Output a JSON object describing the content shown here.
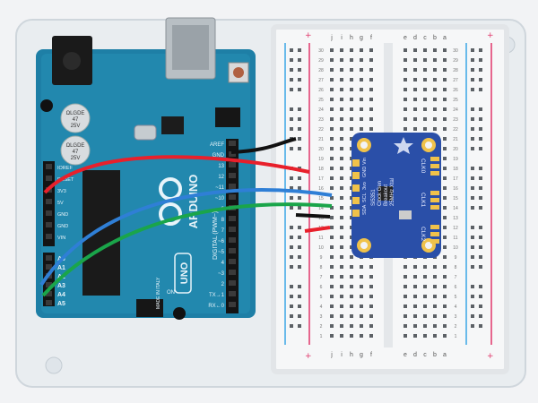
{
  "arduino": {
    "brand": "ARDUINO",
    "model": "UNO",
    "caps": [
      "ΩLGDE",
      "47",
      "25V"
    ],
    "header_labels": [
      "AREF",
      "GND",
      "13",
      "12",
      "~11",
      "~10",
      "~9",
      "8",
      "7",
      "~6",
      "~5",
      "4",
      "~3",
      "2",
      "TX→1",
      "RX←0"
    ],
    "power_labels": [
      "IOREF",
      "RESET",
      "3V3",
      "5V",
      "GND",
      "GND",
      "VIN"
    ],
    "analog_labels": [
      "A0",
      "A1",
      "A2",
      "A3",
      "A4",
      "A5"
    ],
    "digital_title": "DIGITAL (PWM~)",
    "made_in": "MADE IN ITALY",
    "on_label": "ON",
    "power_title": "POWER",
    "analog_title": "ANALOG IN"
  },
  "breadboard": {
    "col_letters_top": [
      "j",
      "i",
      "h",
      "g",
      "f",
      "e",
      "d",
      "c",
      "b",
      "a"
    ],
    "col_letters_bottom": [
      "j",
      "i",
      "h",
      "g",
      "f",
      "e",
      "d",
      "c",
      "b",
      "a"
    ],
    "row_numbers": [
      "30",
      "29",
      "28",
      "27",
      "26",
      "25",
      "24",
      "23",
      "22",
      "21",
      "20",
      "19",
      "18",
      "17",
      "16",
      "15",
      "14",
      "13",
      "12",
      "11",
      "10",
      "9",
      "8",
      "7",
      "6",
      "5",
      "4",
      "3",
      "2",
      "1"
    ],
    "rail_plus": "+",
    "rail_minus": "−"
  },
  "breakout": {
    "title_lines": [
      "Si5351",
      "Clock Gen",
      "Breakout",
      "25MHz Xtal"
    ],
    "pin_labels": [
      "Vin",
      "GND",
      "3vo",
      "SCL",
      "SDA"
    ],
    "clk_labels": [
      "CLK0",
      "CLK1",
      "CLK2"
    ],
    "star_icon": "adafruit-star-icon"
  },
  "wires": {
    "colors": {
      "red": "#e8202b",
      "green": "#1aa54a",
      "blue": "#2f7fd6",
      "black": "#111111"
    }
  }
}
